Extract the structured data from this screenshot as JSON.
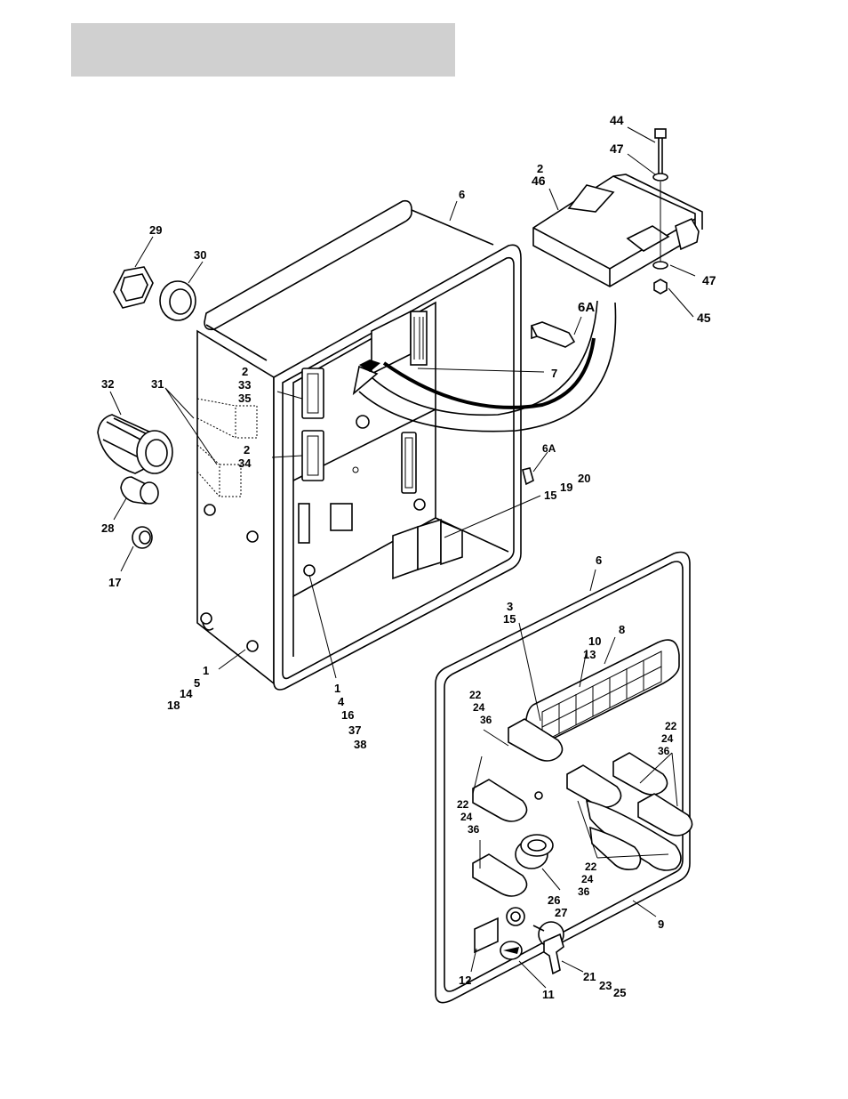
{
  "header": {
    "title": ""
  },
  "callouts": [
    {
      "id": "c-44",
      "text": "44"
    },
    {
      "id": "c-47a",
      "text": "47"
    },
    {
      "id": "c-2a",
      "text": "2"
    },
    {
      "id": "c-46",
      "text": "46"
    },
    {
      "id": "c-6a",
      "text": "6"
    },
    {
      "id": "c-29",
      "text": "29"
    },
    {
      "id": "c-30",
      "text": "30"
    },
    {
      "id": "c-47b",
      "text": "47"
    },
    {
      "id": "c-6A-big",
      "text": "6A"
    },
    {
      "id": "c-45",
      "text": "45"
    },
    {
      "id": "c-2b",
      "text": "2"
    },
    {
      "id": "c-33",
      "text": "33"
    },
    {
      "id": "c-35",
      "text": "35"
    },
    {
      "id": "c-7",
      "text": "7"
    },
    {
      "id": "c-32",
      "text": "32"
    },
    {
      "id": "c-31",
      "text": "31"
    },
    {
      "id": "c-2c",
      "text": "2"
    },
    {
      "id": "c-34",
      "text": "34"
    },
    {
      "id": "c-6A-small",
      "text": "6A"
    },
    {
      "id": "c-20",
      "text": "20"
    },
    {
      "id": "c-19",
      "text": "19"
    },
    {
      "id": "c-15a",
      "text": "15"
    },
    {
      "id": "c-28",
      "text": "28"
    },
    {
      "id": "c-17",
      "text": "17"
    },
    {
      "id": "c-6b",
      "text": "6"
    },
    {
      "id": "c-3",
      "text": "3"
    },
    {
      "id": "c-15b",
      "text": "15"
    },
    {
      "id": "c-8",
      "text": "8"
    },
    {
      "id": "c-10",
      "text": "10"
    },
    {
      "id": "c-13",
      "text": "13"
    },
    {
      "id": "c-1a",
      "text": "1"
    },
    {
      "id": "c-5",
      "text": "5"
    },
    {
      "id": "c-14",
      "text": "14"
    },
    {
      "id": "c-18",
      "text": "18"
    },
    {
      "id": "c-1b",
      "text": "1"
    },
    {
      "id": "c-4",
      "text": "4"
    },
    {
      "id": "c-16",
      "text": "16"
    },
    {
      "id": "c-37",
      "text": "37"
    },
    {
      "id": "c-38",
      "text": "38"
    },
    {
      "id": "c-22a",
      "text": "22"
    },
    {
      "id": "c-24a",
      "text": "24"
    },
    {
      "id": "c-36a",
      "text": "36"
    },
    {
      "id": "c-22b",
      "text": "22"
    },
    {
      "id": "c-24b",
      "text": "24"
    },
    {
      "id": "c-36b",
      "text": "36"
    },
    {
      "id": "c-22c",
      "text": "22"
    },
    {
      "id": "c-24c",
      "text": "24"
    },
    {
      "id": "c-36c",
      "text": "36"
    },
    {
      "id": "c-22d",
      "text": "22"
    },
    {
      "id": "c-24d",
      "text": "24"
    },
    {
      "id": "c-36d",
      "text": "36"
    },
    {
      "id": "c-26",
      "text": "26"
    },
    {
      "id": "c-27",
      "text": "27"
    },
    {
      "id": "c-9",
      "text": "9"
    },
    {
      "id": "c-12",
      "text": "12"
    },
    {
      "id": "c-11",
      "text": "11"
    },
    {
      "id": "c-21",
      "text": "21"
    },
    {
      "id": "c-23",
      "text": "23"
    },
    {
      "id": "c-25",
      "text": "25"
    }
  ]
}
